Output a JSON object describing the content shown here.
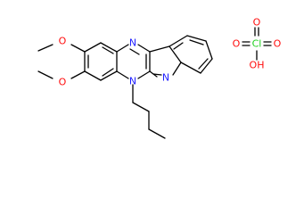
{
  "molecule": {
    "atoms": {
      "n_top": "N",
      "n_left": "N",
      "n_right": "N",
      "o_methoxy_top": "O",
      "methoxy_top_prefix": "",
      "o_methoxy_bottom": "O",
      "methoxy_bottom_prefix": ""
    }
  },
  "perchlorate": {
    "o_top": "O",
    "o_left": "O",
    "cl": "Cl",
    "o_right": "O",
    "oh": "OH"
  },
  "colors": {
    "bond": "#000000",
    "nitrogen": "#1f1fff",
    "oxygen": "#ff0d0d",
    "chlorine": "#1fd01f",
    "carbon": "#000000"
  }
}
